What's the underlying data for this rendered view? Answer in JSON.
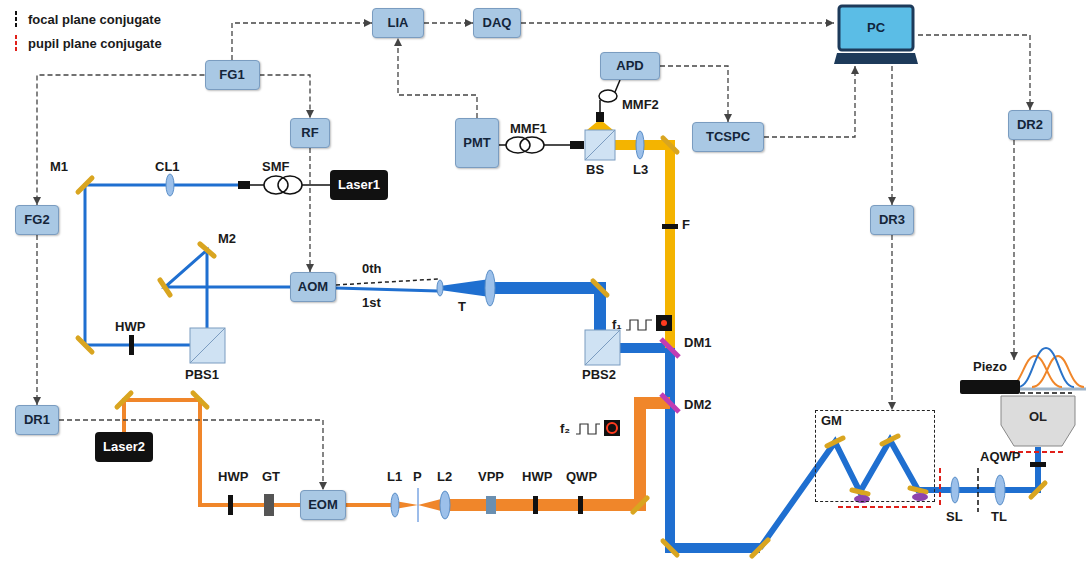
{
  "diagram": {
    "nodes": [
      {
        "text": [
          "LIA"
        ]
      },
      {
        "text": [
          "DAQ"
        ]
      },
      {
        "text": [
          "PC"
        ]
      },
      {
        "text": [
          "FG1"
        ]
      },
      {
        "text": [
          "APD"
        ]
      },
      {
        "text": [
          "DR2"
        ]
      },
      {
        "text": [
          "RF"
        ]
      },
      {
        "text": [
          "PMT"
        ]
      },
      {
        "text": [
          "TCSPC"
        ]
      },
      {
        "text": [
          "Laser1"
        ]
      },
      {
        "text": [
          "FG2"
        ]
      },
      {
        "text": [
          "DR3"
        ]
      },
      {
        "text": [
          "AOM"
        ]
      },
      {
        "text": [
          "Piezo"
        ]
      },
      {
        "text": [
          "OL"
        ]
      },
      {
        "text": [
          "DR1"
        ]
      },
      {
        "text": [
          "GM"
        ]
      },
      {
        "text": [
          "Laser2"
        ]
      },
      {
        "text": [
          "EOM"
        ]
      }
    ],
    "edges": [
      {
        "from": 3,
        "to": 0,
        "arrow": "to"
      },
      {
        "from": 3,
        "to": 6,
        "arrow": "to"
      },
      {
        "from": 3,
        "to": 10,
        "arrow": "to"
      },
      {
        "from": 7,
        "to": 0,
        "arrow": "to"
      },
      {
        "from": 0,
        "to": 1,
        "arrow": "to"
      },
      {
        "from": 1,
        "to": 2,
        "arrow": "to"
      },
      {
        "from": 6,
        "to": 12,
        "arrow": "to"
      },
      {
        "from": 10,
        "to": 15,
        "arrow": "to"
      },
      {
        "from": 15,
        "to": 18,
        "arrow": "to"
      },
      {
        "from": 4,
        "to": 8,
        "arrow": "to"
      },
      {
        "from": 8,
        "to": 2,
        "arrow": "to"
      },
      {
        "from": 2,
        "to": 11,
        "arrow": "to"
      },
      {
        "from": 2,
        "to": 5,
        "arrow": "to"
      },
      {
        "from": 5,
        "to": 13,
        "arrow": "to"
      },
      {
        "from": 11,
        "to": 16,
        "arrow": "to"
      }
    ],
    "labels": [
      "M1",
      "CL1",
      "SMF",
      "M2",
      "0th",
      "1st",
      "T",
      "HWP",
      "PBS1",
      "PBS2",
      "f₁",
      "MMF1",
      "MMF2",
      "BS",
      "L3",
      "F",
      "DM1",
      "DM2",
      "HWP",
      "GT",
      "L1",
      "P",
      "L2",
      "VPP",
      "HWP",
      "QWP",
      "f₂",
      "SL",
      "TL",
      "AQWP"
    ],
    "legend": [
      {
        "text": "focal plane conjugate"
      },
      {
        "text": "pupil plane conjugate"
      }
    ]
  }
}
